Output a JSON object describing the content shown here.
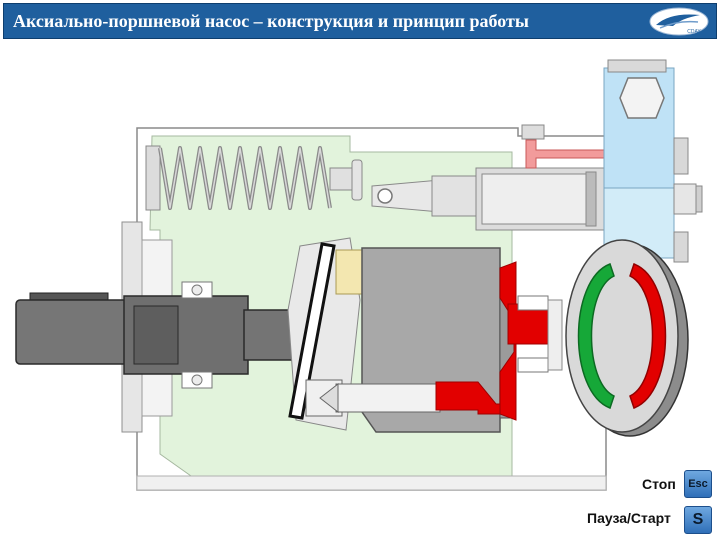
{
  "header": {
    "title": "Аксиально-поршневой насос – конструкция и принцип работы",
    "logo_icon": "company-logo-icon",
    "logo_text": "CDAY"
  },
  "controls": {
    "stop": {
      "label": "Стоп",
      "key": "Esc"
    },
    "pause": {
      "label": "Пауза/Старт",
      "key": "S"
    }
  },
  "colors": {
    "header": "#1f5f9e",
    "housing_fill": "#e2f3dc",
    "flow_red": "#e20000",
    "flow_green": "#16a838",
    "valve_block": "#bfe2f6",
    "key_button": "#3f82c8"
  }
}
